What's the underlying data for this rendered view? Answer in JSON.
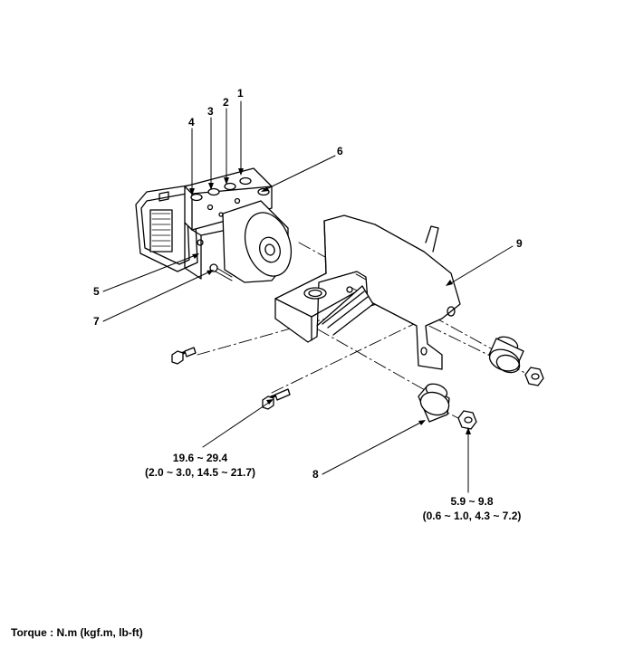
{
  "callouts": [
    "1",
    "2",
    "3",
    "4",
    "5",
    "6",
    "7",
    "8",
    "9"
  ],
  "torque_bolt": {
    "line1": "19.6 ~ 29.4",
    "line2": "(2.0 ~ 3.0, 14.5 ~ 21.7)"
  },
  "torque_nut": {
    "line1": "5.9 ~ 9.8",
    "line2": "(0.6 ~ 1.0, 4.3 ~ 7.2)"
  },
  "torque_units": "Torque : N.m (kgf.m, lb-ft)"
}
